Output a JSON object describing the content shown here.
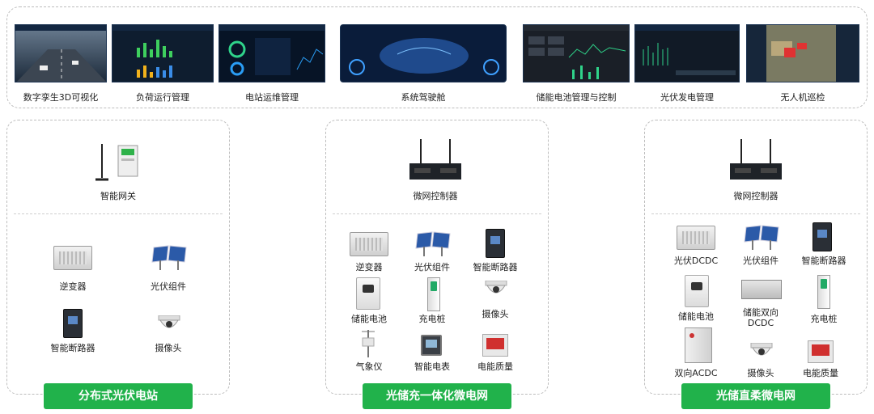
{
  "top": {
    "items": [
      {
        "label": "数字孪生3D可视化"
      },
      {
        "label": "负荷运行管理"
      },
      {
        "label": "电站运维管理"
      },
      {
        "label": "系统驾驶舱"
      },
      {
        "label": "储能电池管理与控制"
      },
      {
        "label": "光伏发电管理"
      },
      {
        "label": "无人机巡检"
      }
    ]
  },
  "panels": {
    "left": {
      "gateway": "智能网关",
      "devices": {
        "inverter": "逆变器",
        "pv": "光伏组件",
        "breaker": "智能断路器",
        "camera": "摄像头"
      },
      "banner": "分布式光伏电站"
    },
    "middle": {
      "controller": "微网控制器",
      "devices": {
        "inverter": "逆变器",
        "pv": "光伏组件",
        "breaker": "智能断路器",
        "battery": "储能电池",
        "charger": "充电桩",
        "camera": "摄像头",
        "weather": "气象仪",
        "meter": "智能电表",
        "power_quality": "电能质量"
      },
      "banner": "光储充一体化微电网"
    },
    "right": {
      "controller": "微网控制器",
      "devices": {
        "pv_dcdc": "光伏DCDC",
        "pv": "光伏组件",
        "breaker": "智能断路器",
        "battery": "储能电池",
        "storage_dcdc_1": "储能双向",
        "storage_dcdc_2": "DCDC",
        "charger": "充电桩",
        "bidir_acdc": "双向ACDC",
        "camera": "摄像头",
        "power_quality": "电能质量"
      },
      "banner": "光储直柔微电网"
    }
  },
  "colors": {
    "accent": "#21b24b",
    "screen_bg": "#0c1a2c"
  }
}
